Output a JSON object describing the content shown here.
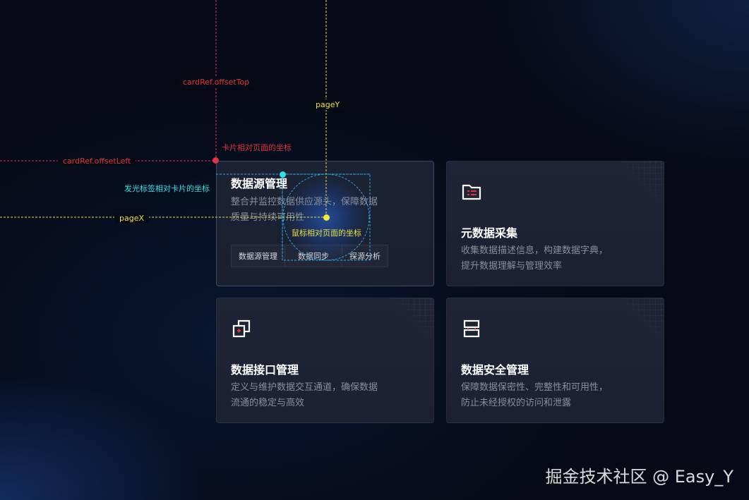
{
  "cards": [
    {
      "title": "数据源管理",
      "desc": "整合并监控数据供应源头，保障数据质量与持续可用性",
      "tags": [
        "数据源管理",
        "数据同步",
        "探源分析"
      ]
    },
    {
      "title": "元数据采集",
      "desc": "收集数据描述信息，构建数据字典，提升数据理解与管理效率",
      "icon": "folder-icon"
    },
    {
      "title": "数据接口管理",
      "desc": "定义与维护数据交互通道，确保数据流通的稳定与高效",
      "icon": "layers-icon"
    },
    {
      "title": "数据安全管理",
      "desc": "保障数据保密性、完整性和可用性，防止未经授权的访问和泄露",
      "icon": "server-icon"
    }
  ],
  "annotations": {
    "offset_top": "cardRef.offsetTop",
    "page_y": "pageY",
    "card_coord": "卡片相对页面的坐标",
    "offset_left": "cardRef.offsetLeft",
    "tag_coord": "发光标签相对卡片的坐标",
    "page_x": "pageX",
    "mouse_coord": "鼠标相对页面的坐标"
  },
  "watermark": "掘金技术社区 @ Easy_Y",
  "colors": {
    "offset_lines": "#e0343f",
    "page_lines": "#e8e23a",
    "glow_tag": "#2fe0e6",
    "icon_accent": "#e0343f"
  }
}
